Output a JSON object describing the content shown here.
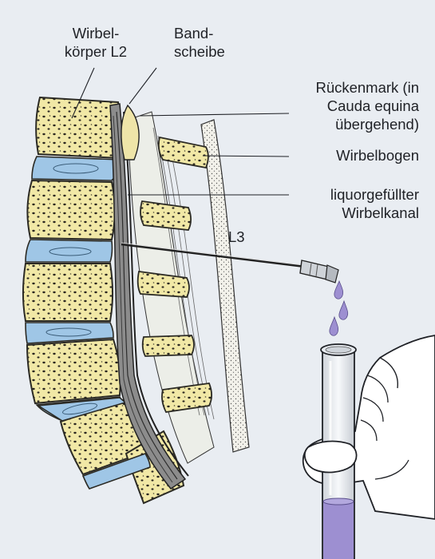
{
  "labels": {
    "wirbelkoerper": [
      "Wirbel-",
      "körper L2"
    ],
    "bandscheibe": [
      "Band-",
      "scheibe"
    ],
    "rueckenmark": [
      "Rückenmark (in",
      "Cauda equina",
      "übergehend)"
    ],
    "wirbelbogen": "Wirbelbogen",
    "wirbelkanal": [
      "liquorgefüllter",
      "Wirbelkanal"
    ],
    "level": "L3"
  },
  "colors": {
    "background": "#e9edf2",
    "vertebra_fill": "#f1e8a6",
    "disc_fill": "#9fc6e6",
    "canal_fill": "#8c8c8c",
    "liquid": "#9d8fd1",
    "ink": "#1f2126"
  },
  "icons": [
    "spine-section-illustration",
    "needle-icon",
    "liquor-drop-icon",
    "hand-icon",
    "test-tube-icon"
  ]
}
